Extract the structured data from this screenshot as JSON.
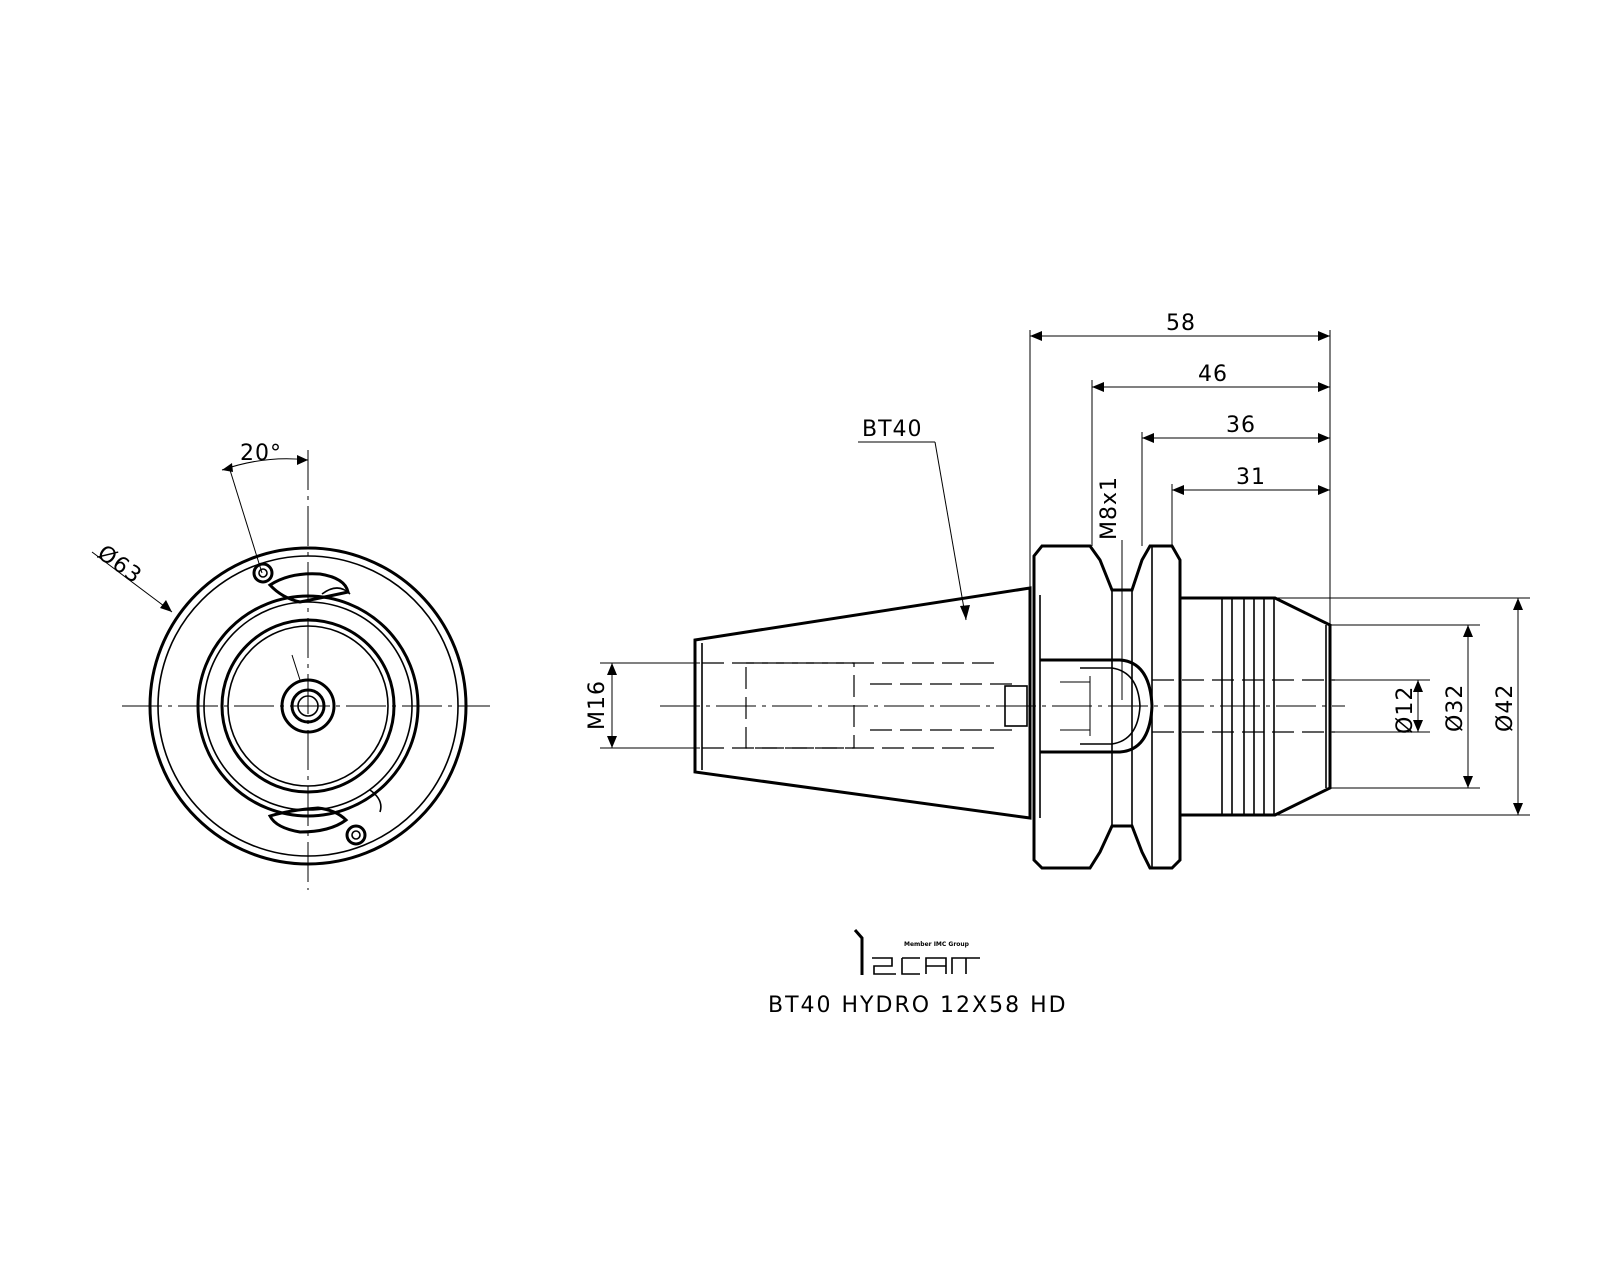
{
  "front_view": {
    "outer_diameter_label": "Ø63",
    "angle_label": "20°"
  },
  "side_view": {
    "taper_label": "BT40",
    "thread_label": "M16",
    "drawbar_thread_label": "M8x1",
    "length_58": "58",
    "length_46": "46",
    "length_36": "36",
    "length_31": "31",
    "bore_diameter": "Ø12",
    "nose_diameter": "Ø32",
    "body_diameter": "Ø42"
  },
  "logo": {
    "tagline": "Member IMC Group",
    "brand": "iscar"
  },
  "product_name": "BT40  HYDRO  12X58  HD"
}
